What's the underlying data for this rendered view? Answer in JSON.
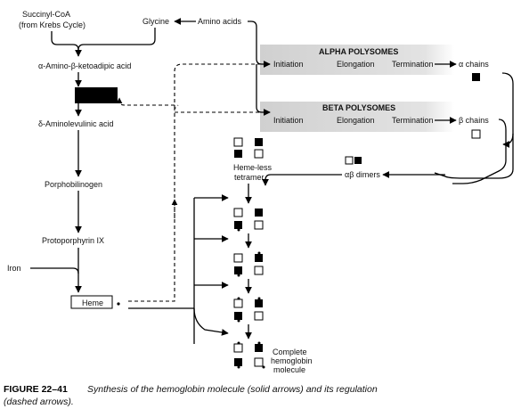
{
  "labels": {
    "succinyl_coa": "Succinyl-CoA",
    "from_krebs": "(from Krebs Cycle)",
    "glycine": "Glycine",
    "amino_acids": "Amino acids",
    "amino_ketoadipic": "α-Amino-β-ketoadipic acid",
    "aminolevulinic": "δ-Aminolevulinic acid",
    "porphobilinogen": "Porphobilinogen",
    "protoporphyrin": "Protoporphyrin IX",
    "iron": "Iron",
    "heme": "Heme",
    "alpha_polysomes": "ALPHA POLYSOMES",
    "beta_polysomes": "BETA POLYSOMES",
    "initiation": "Initiation",
    "elongation": "Elongation",
    "termination": "Termination",
    "alpha_chains": "α chains",
    "beta_chains": "β chains",
    "ab_dimers": "αβ dimers",
    "heme_less_1": "Heme-less",
    "heme_less_2": "tetramer",
    "complete_1": "Complete",
    "complete_2": "hemoglobin",
    "complete_3": "molecule"
  },
  "caption": {
    "figure_number": "FIGURE 22–41",
    "line1": "Synthesis of the hemoglobin molecule (solid arrows) and its regulation",
    "line2": "(dashed arrows)."
  },
  "colors": {
    "band": "#d9d9d9",
    "ink": "#000000"
  }
}
